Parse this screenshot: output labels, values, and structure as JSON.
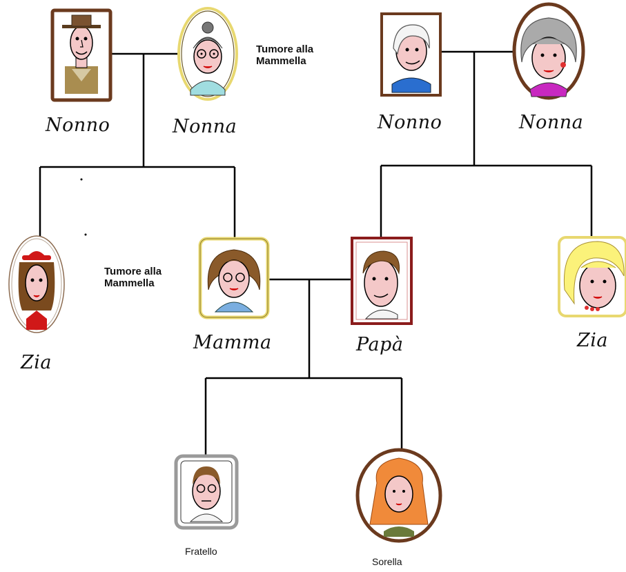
{
  "people": {
    "nonno_mat": "Nonno",
    "nonna_mat": "Nonna",
    "nonno_pat": "Nonno",
    "nonna_pat": "Nonna",
    "zia_mat": "Zia",
    "mamma": "Mamma",
    "papa": "Papà",
    "zia_pat": "Zia",
    "fratello": "Fratello",
    "sorella": "Sorella"
  },
  "notes": {
    "nonna_mat_line1": "Tumore alla",
    "nonna_mat_line2": "Mammella",
    "mamma_line1": "Tumore alla",
    "mamma_line2": "Mammella"
  },
  "colors": {
    "line": "#000000",
    "frame_brown": "#6b3a1e",
    "frame_yellow": "#e8d870",
    "frame_red": "#8b1c1c",
    "frame_gray": "#9a9a9a"
  }
}
